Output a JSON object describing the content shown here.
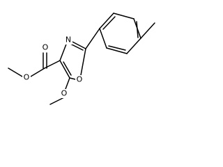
{
  "molecule": {
    "atoms": {
      "N": "N",
      "O_ring": "O",
      "O_carbonyl": "O",
      "O_ester": "O",
      "O_methoxy": "O"
    },
    "colors": {
      "bond": "#000000",
      "N": "#000000",
      "O": "#000000",
      "background": "#ffffff"
    }
  }
}
